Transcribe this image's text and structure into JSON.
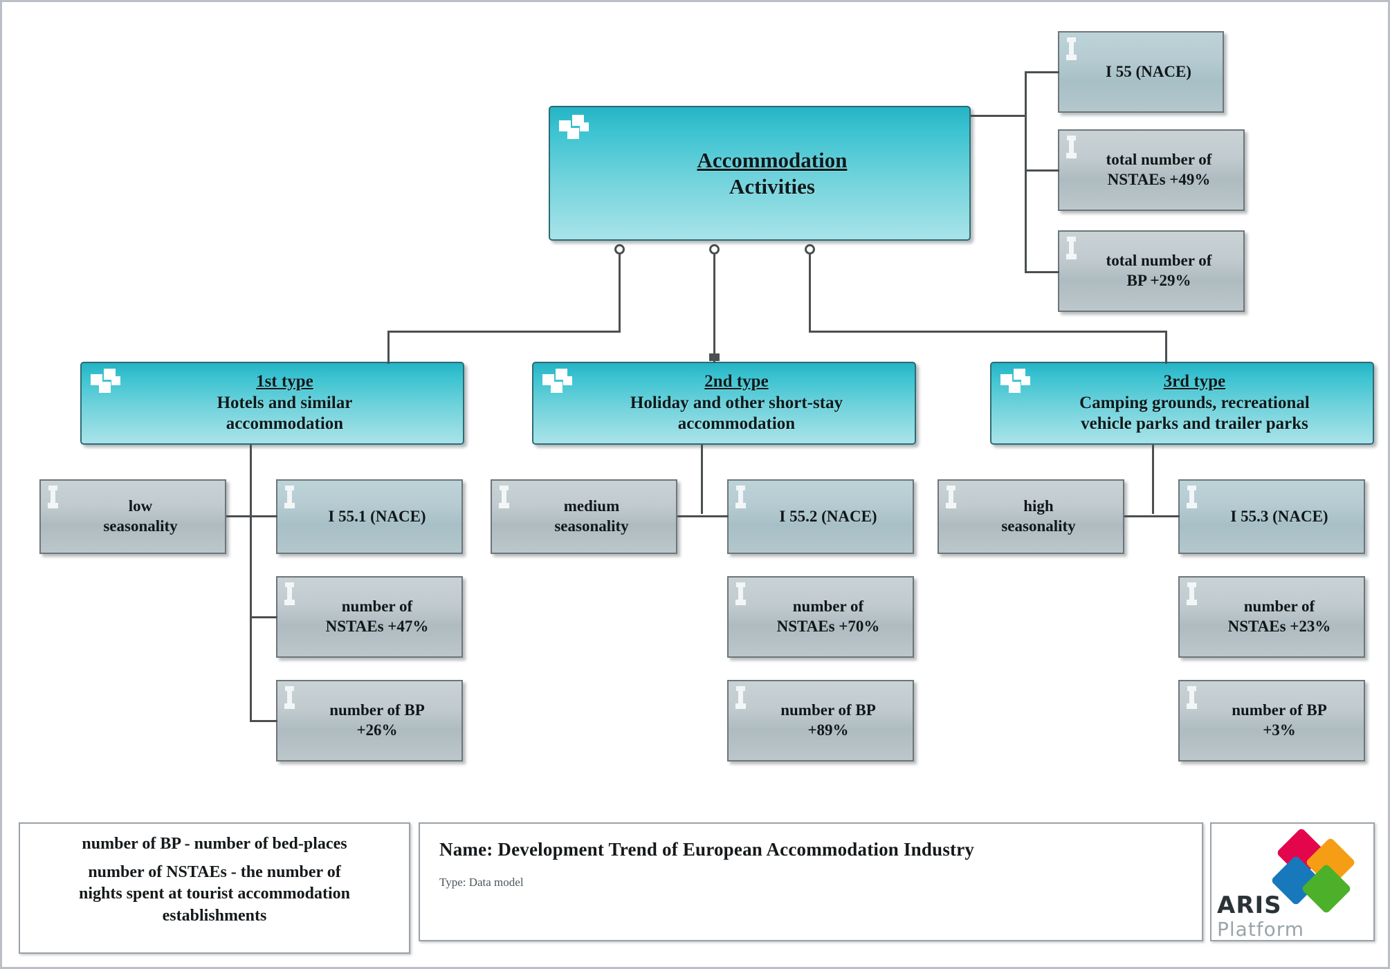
{
  "diagram": {
    "root": {
      "title": "Accommodation",
      "subtitle": "Activities"
    },
    "root_attributes": [
      {
        "label": "I 55 (NACE)",
        "icon": "attribute-icon"
      },
      {
        "label": "total number of\nNSTAEs +49%",
        "line1": "total number of",
        "line2": "NSTAEs +49%",
        "icon": "attribute-icon"
      },
      {
        "label": "total number of\nBP +29%",
        "line1": "total number of",
        "line2": "BP +29%",
        "icon": "attribute-icon"
      }
    ],
    "types": [
      {
        "title": "1st type",
        "subtitle": "Hotels and similar accommodation",
        "seasonality": "low\nseasonality",
        "seasonality_line1": "low",
        "seasonality_line2": "seasonality",
        "nace": "I 55.1 (NACE)",
        "nstaes_line1": "number of",
        "nstaes_line2": "NSTAEs +47%",
        "bp_line1": "number of BP",
        "bp_line2": "+26%"
      },
      {
        "title": "2nd type",
        "subtitle": "Holiday and other short-stay accommodation",
        "seasonality": "medium\nseasonality",
        "seasonality_line1": "medium",
        "seasonality_line2": "seasonality",
        "nace": "I 55.2 (NACE)",
        "nstaes_line1": "number of",
        "nstaes_line2": "NSTAEs +70%",
        "bp_line1": "number of BP",
        "bp_line2": "+89%"
      },
      {
        "title": "3rd type",
        "subtitle": "Camping grounds, recreational vehicle parks and trailer parks",
        "seasonality": "high\nseasonality",
        "seasonality_line1": "high",
        "seasonality_line2": "seasonality",
        "nace": "I 55.3 (NACE)",
        "nstaes_line1": "number of",
        "nstaes_line2": "NSTAEs +23%",
        "bp_line1": "number of BP",
        "bp_line2": "+3%"
      }
    ]
  },
  "type_subtitles": {
    "t1_l1": "Hotels and similar",
    "t1_l2": "accommodation",
    "t2_l1": "Holiday and other short-stay",
    "t2_l2": "accommodation",
    "t3_l1": "Camping grounds, recreational",
    "t3_l2": "vehicle parks and trailer parks"
  },
  "footer": {
    "legend_line1": "number of BP - number of bed-places",
    "legend_line2_a": "number of NSTAEs - the number of",
    "legend_line2_b": "nights spent at tourist accommodation",
    "legend_line2_c": "establishments",
    "name": "Name: Development Trend of European Accommodation Industry",
    "type": "Type: Data model",
    "logo_primary": "ARIS",
    "logo_secondary": "Platform"
  },
  "colors": {
    "teal_node": "#3cc3d1",
    "grey_node": "#bcc7cb",
    "connector": "#4b4f51",
    "logo_red": "#e4064c",
    "logo_blue": "#1878bc",
    "logo_orange": "#f59e15",
    "logo_green": "#4cb02a"
  }
}
